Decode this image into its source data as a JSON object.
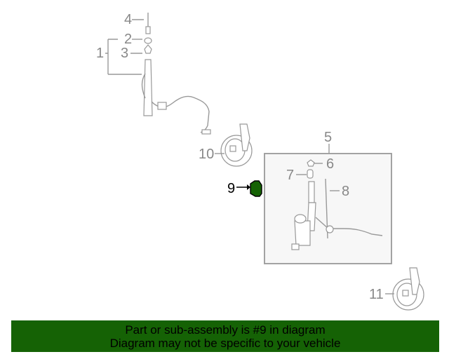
{
  "callouts": {
    "c1": "1",
    "c2": "2",
    "c3": "3",
    "c4": "4",
    "c5": "5",
    "c6": "6",
    "c7": "7",
    "c8": "8",
    "c9": "9",
    "c10": "10",
    "c11": "11"
  },
  "highlight_color": "#156205",
  "banner": {
    "line1": "Part or sub-assembly is #9 in diagram",
    "line2": "Diagram may not be specific to your vehicle"
  }
}
